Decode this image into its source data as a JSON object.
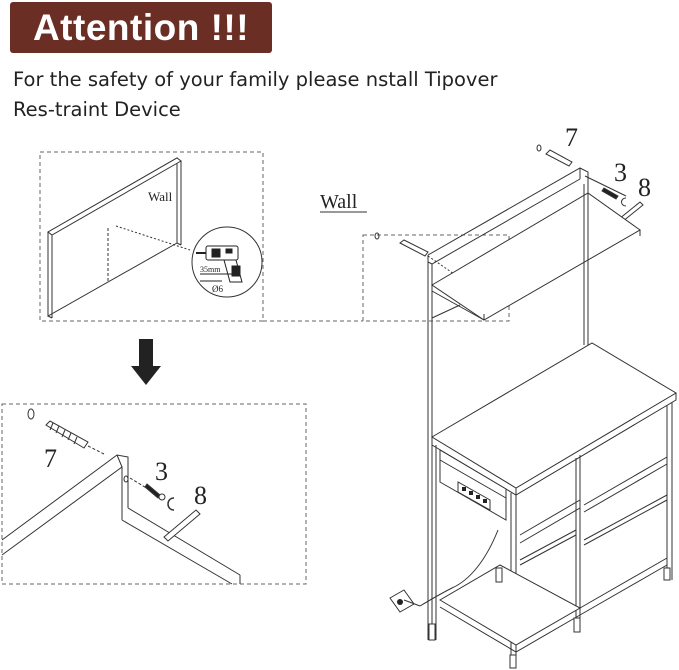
{
  "header": {
    "title": "Attention !!!"
  },
  "notice": {
    "line1": "For the safety of your family please nstall Tipover",
    "line2": "Res-traint Device"
  },
  "labels": {
    "wall_small": "Wall",
    "wall_large": "Wall",
    "drill_measure": "35mm",
    "drill_diameter": "Ø6",
    "part_anchor": "7",
    "part_screw": "3",
    "part_hook": "8"
  },
  "colors": {
    "banner_bg": "#6b2e24",
    "banner_text": "#ffffff",
    "line": "#333333"
  }
}
